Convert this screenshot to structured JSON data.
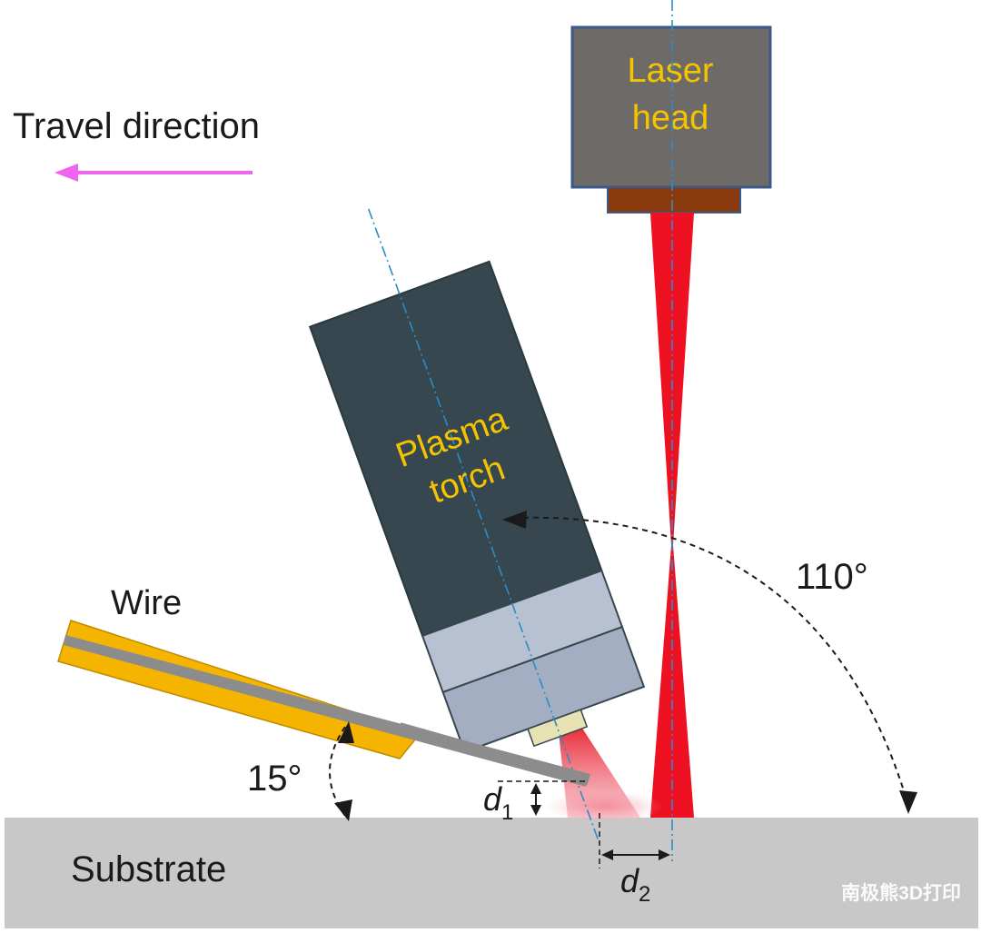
{
  "labels": {
    "travel_direction": "Travel direction",
    "laser_head_line1": "Laser",
    "laser_head_line2": "head",
    "plasma_torch_line1": "Plasma",
    "plasma_torch_line2": "torch",
    "wire": "Wire",
    "substrate": "Substrate",
    "angle_wire": "15°",
    "angle_torch": "110°",
    "d1_main": "d",
    "d1_sub": "1",
    "d2_main": "d",
    "d2_sub": "2",
    "watermark": "南极熊3D打印"
  },
  "colors": {
    "label_text": "#f5c400",
    "travel_arrow": "#ee66ee",
    "laser_beam": "#ee1122",
    "laser_head_body": "#6e6a68",
    "laser_head_nozzle": "#8b3a10",
    "torch_body": "#37474f",
    "torch_tip": "#a8b4c6",
    "torch_nozzle": "#e6e2b4",
    "wire_sheath": "#f5b400",
    "wire_core": "#8c8c8c",
    "substrate": "#c8c8c8",
    "axis_line": "#2c8cc8"
  }
}
